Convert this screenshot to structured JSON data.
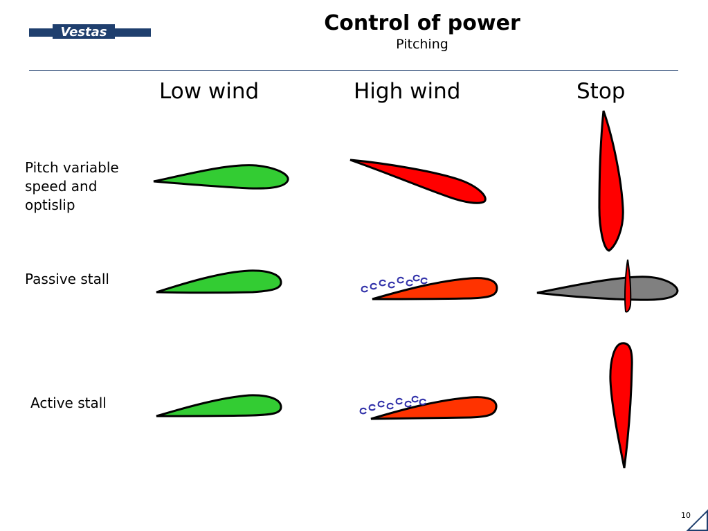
{
  "header": {
    "title": "Control of power",
    "subtitle": "Pitching",
    "logo_text": "Vestas"
  },
  "columns": [
    {
      "label": "Low wind"
    },
    {
      "label": "High wind"
    },
    {
      "label": "Stop"
    }
  ],
  "rows": [
    {
      "label": "Pitch variable speed and optislip"
    },
    {
      "label": "Passive stall"
    },
    {
      "label": "Active stall"
    }
  ],
  "footer": {
    "page_number": "10"
  },
  "colors": {
    "brand": "#1f3f6e",
    "low_wind_fill": "#33cc33",
    "high_wind_pitch_fill": "#ff0000",
    "stall_fill": "#ff3300",
    "stop_fill": "#ff0000",
    "passive_stall_stop_fill": "#808080",
    "vortex_color": "#3333aa"
  }
}
